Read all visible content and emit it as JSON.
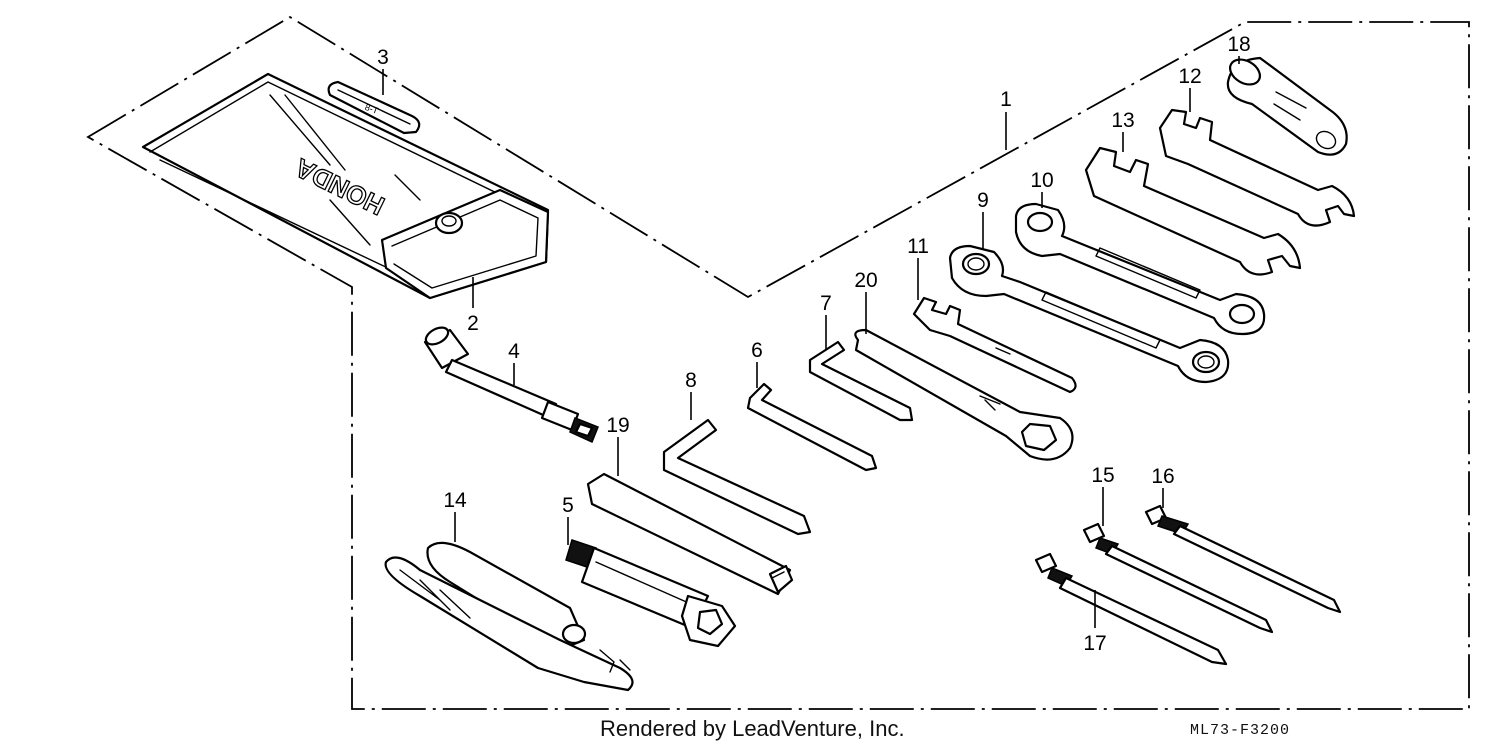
{
  "diagram": {
    "callouts": [
      {
        "id": "1",
        "label": "1"
      },
      {
        "id": "2",
        "label": "2"
      },
      {
        "id": "3",
        "label": "3"
      },
      {
        "id": "4",
        "label": "4"
      },
      {
        "id": "5",
        "label": "5"
      },
      {
        "id": "6",
        "label": "6"
      },
      {
        "id": "7",
        "label": "7"
      },
      {
        "id": "8",
        "label": "8"
      },
      {
        "id": "9",
        "label": "9"
      },
      {
        "id": "10",
        "label": "10"
      },
      {
        "id": "11",
        "label": "11"
      },
      {
        "id": "12",
        "label": "12"
      },
      {
        "id": "13",
        "label": "13"
      },
      {
        "id": "14",
        "label": "14"
      },
      {
        "id": "15",
        "label": "15"
      },
      {
        "id": "16",
        "label": "16"
      },
      {
        "id": "17",
        "label": "17"
      },
      {
        "id": "18",
        "label": "18"
      },
      {
        "id": "19",
        "label": "19"
      },
      {
        "id": "20",
        "label": "20"
      }
    ],
    "pouch_brand": "HONDA",
    "tag_text": "8-T"
  },
  "footer": {
    "credit": "Rendered by LeadVenture, Inc.",
    "diagram_code": "ML73-F3200"
  }
}
